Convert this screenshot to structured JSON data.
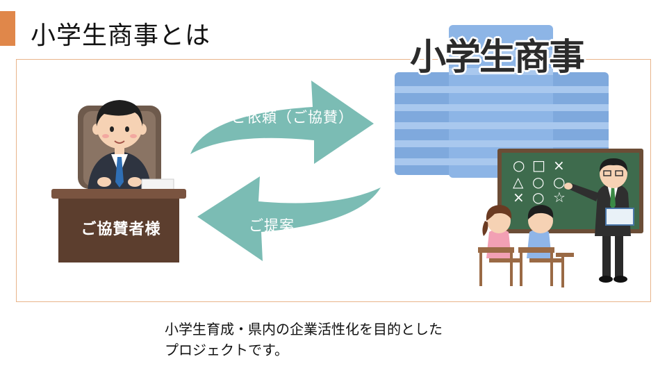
{
  "slide": {
    "title": "小学生商事とは",
    "accent_color": "#e0874a"
  },
  "illustration": {
    "sponsor_label": "ご協賛者様",
    "arrow_top_label": "ご依頼（ご協賛）",
    "arrow_bottom_label": "ご提案",
    "logo_text": "小学生商事",
    "board_symbols": [
      "○",
      "□",
      "×",
      "△",
      "○",
      "○",
      "×",
      "○",
      "☆"
    ]
  },
  "caption": {
    "line1": "小学生育成・県内の企業活性化を目的とした",
    "line2": "プロジェクトです。"
  },
  "colors": {
    "arrow": "#7bbcb4",
    "desk": "#5c3e2e",
    "building": "#7fa9dd",
    "blackboard": "#3e6b4d"
  }
}
